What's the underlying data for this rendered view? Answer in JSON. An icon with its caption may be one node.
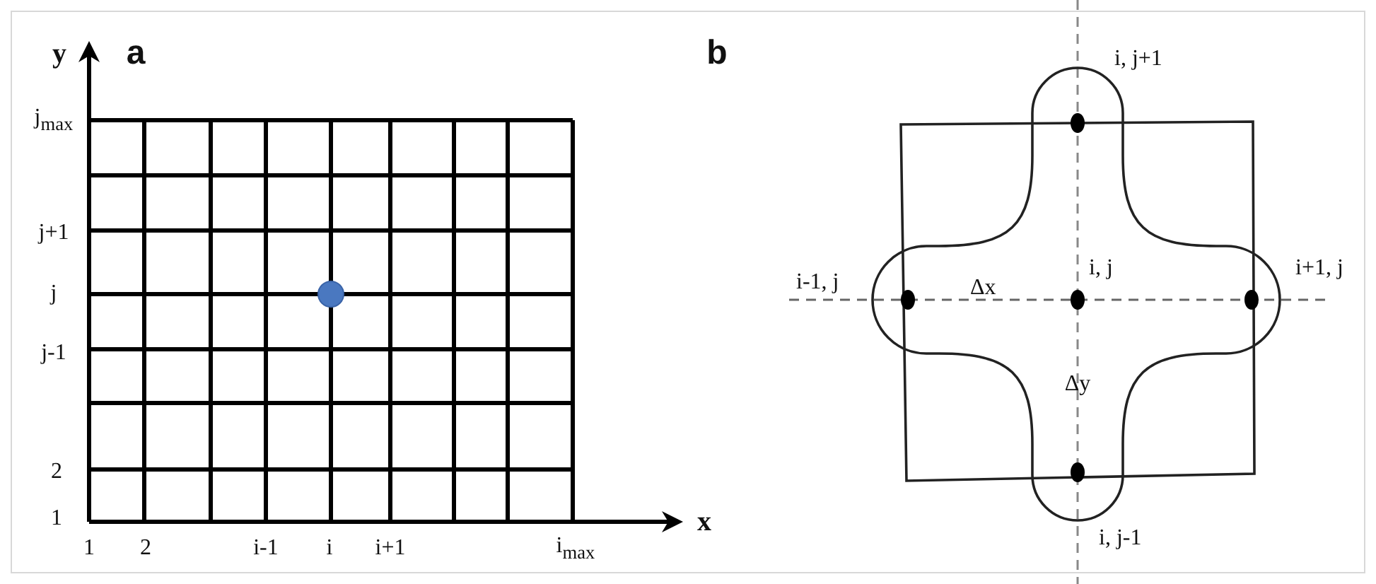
{
  "diagram": {
    "labels": [
      "y",
      "a",
      "b",
      "i, j+1",
      "j$_{max}$",
      "j+1",
      "j",
      "i-1, j",
      "Δx",
      "i, j",
      "i+1, j",
      "j-1",
      "Δy",
      "2",
      "1",
      "x",
      "1",
      "2",
      "i-1",
      "i",
      "i+1",
      "i$_{max}$",
      "i, j-1"
    ]
  }
}
